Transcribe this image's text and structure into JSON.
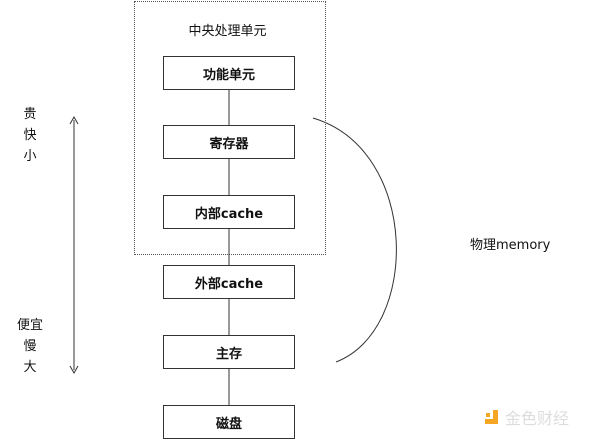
{
  "cpu_label": "中央处理单元",
  "levels": [
    "功能单元",
    "寄存器",
    "内部cache",
    "外部cache",
    "主存",
    "磁盘"
  ],
  "top_side": [
    "贵",
    "快",
    "小"
  ],
  "bottom_side": [
    "便宜",
    "慢",
    "大"
  ],
  "memory_label": "物理memory",
  "watermark": "金色财经",
  "colors": {
    "line": "#333333",
    "watermark_logo": "#f5a623"
  }
}
